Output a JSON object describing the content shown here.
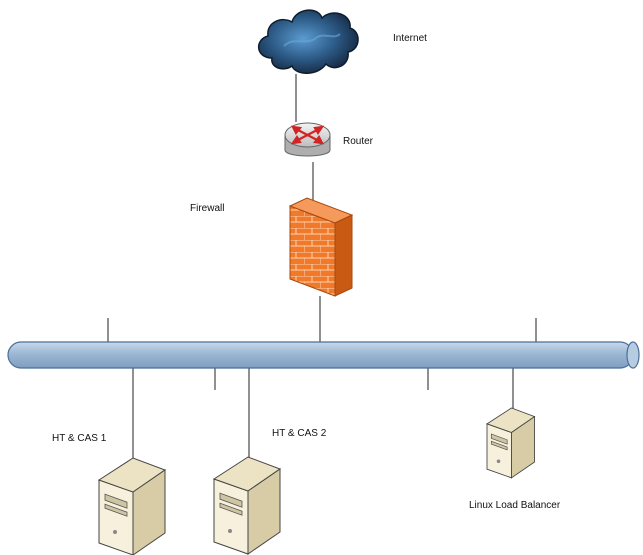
{
  "nodes": {
    "internet": {
      "label": "Internet",
      "icon": "cloud-icon"
    },
    "router": {
      "label": "Router",
      "icon": "router-icon"
    },
    "firewall": {
      "label": "Firewall",
      "icon": "firewall-icon"
    },
    "server1": {
      "label": "HT & CAS 1",
      "icon": "server-icon"
    },
    "server2": {
      "label": "HT & CAS 2",
      "icon": "server-icon"
    },
    "load_balancer": {
      "label": "Linux Load Balancer",
      "icon": "server-icon"
    }
  },
  "colors": {
    "cloud_dark": "#1f3550",
    "cloud_light": "#4a86b8",
    "bus": "#9bb7d4",
    "bus_outline": "#4a6f99",
    "firewall": "#f07a2a",
    "firewall_dark": "#c85a14",
    "router_arrows": "#d22424",
    "server_body": "#f3ecd4",
    "server_shade": "#d8cca7"
  }
}
